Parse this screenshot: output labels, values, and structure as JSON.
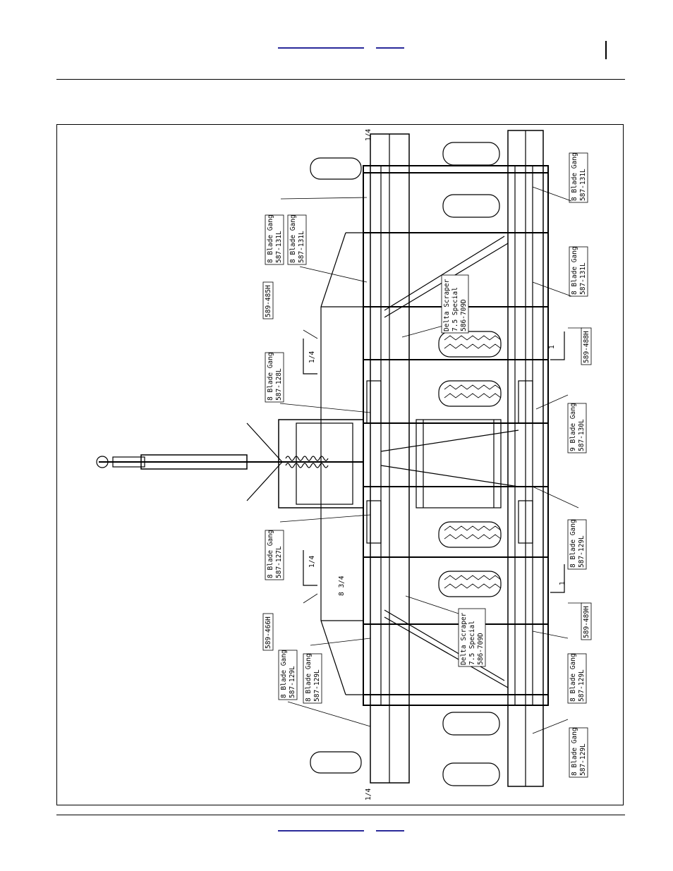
{
  "drawing": {
    "labels": {
      "l1": [
        "8 Blade Gang",
        "587-131L"
      ],
      "l2": [
        "8 Blade Gang",
        "587-131L"
      ],
      "l3": [
        "589-485H"
      ],
      "l4": [
        "8 Blade Gang",
        "587-128L"
      ],
      "l5": [
        "8 Blade Gang",
        "587-127L"
      ],
      "l6": [
        "589-466H"
      ],
      "l7": [
        "8 Blade Gang",
        "587-129L"
      ],
      "l8": [
        "8 Blade Gang",
        "587-129L"
      ],
      "d1": [
        "Delta Scraper",
        "7.5 Special",
        "586-709D"
      ],
      "d2": [
        "Delta Scraper",
        "7.5 Special",
        "586-709D"
      ],
      "r1": [
        "8 Blade Gang",
        "587-131L"
      ],
      "r2": [
        "8 Blade Gang",
        "587-131L"
      ],
      "r3": [
        "589-488H"
      ],
      "r4": [
        "9 Blade Gang",
        "587-130L"
      ],
      "r5": [
        "8 Blade Gang",
        "587-129L"
      ],
      "r6": [
        "589-489H"
      ],
      "r7": [
        "8 Blade Gang",
        "587-129L"
      ],
      "r8": [
        "8 Blade Gang",
        "587-129L"
      ]
    },
    "dims": {
      "quarter": "1/4",
      "one": "1",
      "eight_three_quarter": "8 3/4"
    }
  }
}
